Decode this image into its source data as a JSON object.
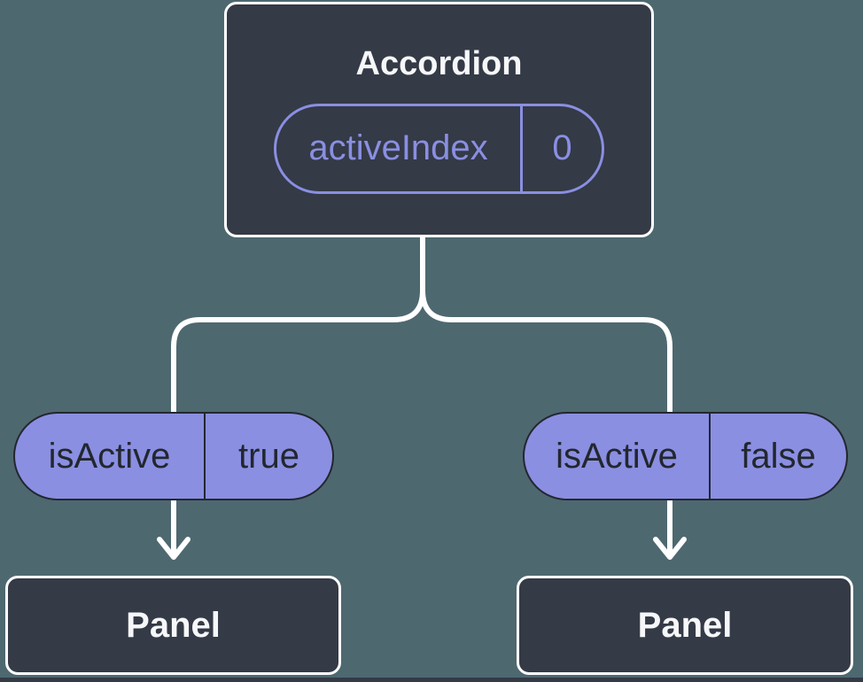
{
  "colors": {
    "background": "#4E6870",
    "node_fill": "#343A46",
    "pill_fill": "#8A8FE2",
    "pill_outline": "#8A8FE2",
    "dark_text": "#23272F",
    "white": "#FFFFFF",
    "title_text": "#F6F7F9"
  },
  "diagram": {
    "root": {
      "title": "Accordion",
      "prop_name": "activeIndex",
      "prop_value": "0"
    },
    "left_branch": {
      "prop_name": "isActive",
      "prop_value": "true",
      "node_title": "Panel"
    },
    "right_branch": {
      "prop_name": "isActive",
      "prop_value": "false",
      "node_title": "Panel"
    }
  }
}
